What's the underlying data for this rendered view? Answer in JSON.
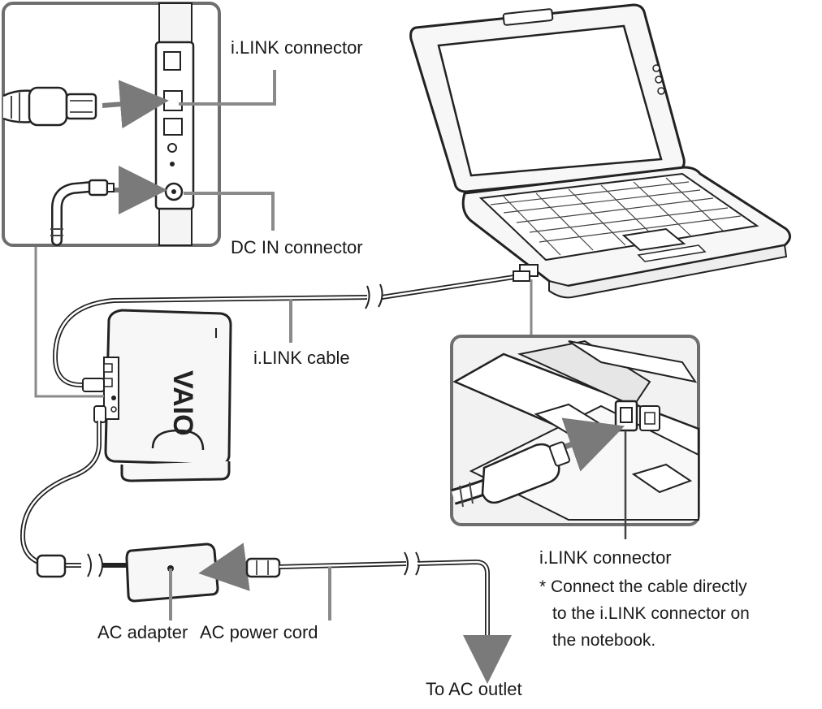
{
  "labels": {
    "ilink_connector_top": "i.LINK connector",
    "dc_in_connector": "DC IN connector",
    "ilink_cable": "i.LINK cable",
    "ilink_connector_bottom": "i.LINK connector",
    "ac_adapter": "AC adapter",
    "ac_power_cord": "AC power cord",
    "to_ac_outlet": "To AC outlet"
  },
  "note": {
    "line1": "* Connect the cable directly",
    "line2": "to the i.LINK connector on",
    "line3": "the notebook."
  },
  "device": {
    "brand_mark": "VAIO"
  },
  "colors": {
    "line": "#1a1a1a",
    "leader": "#8a8a8a",
    "arrow": "#7a7a7a",
    "inset_border": "#6e6e6e"
  }
}
